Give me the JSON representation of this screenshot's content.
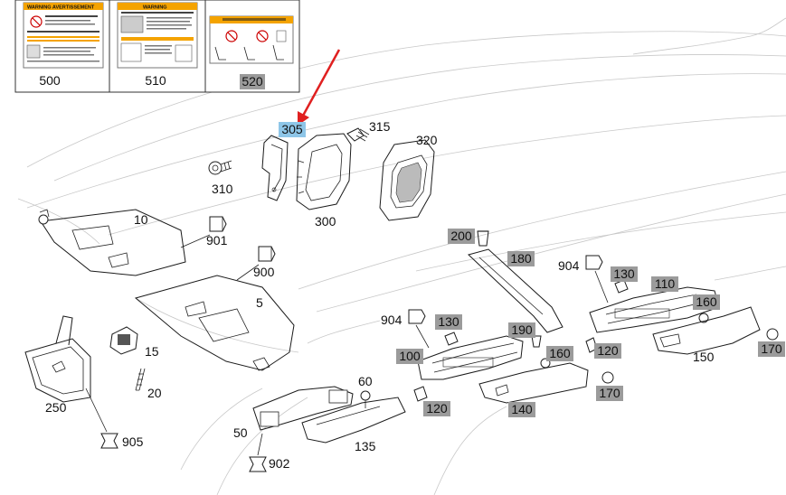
{
  "labels_panel": {
    "cards": [
      {
        "number": "500",
        "header": "WARNING AVERTISSEMENT"
      },
      {
        "number": "510",
        "header": "WARNING"
      },
      {
        "number": "520",
        "header": ""
      }
    ]
  },
  "parts": {
    "p305": "305",
    "p315": "315",
    "p320": "320",
    "p310": "310",
    "p300": "300",
    "p10": "10",
    "p901": "901",
    "p900": "900",
    "p5": "5",
    "p200": "200",
    "p180": "180",
    "p904a": "904",
    "p130a": "130",
    "p110": "110",
    "p160a": "160",
    "p170a": "170",
    "p904b": "904",
    "p130b": "130",
    "p190": "190",
    "p100": "100",
    "p160b": "160",
    "p120a": "120",
    "p150": "150",
    "p15": "15",
    "p250": "250",
    "p20": "20",
    "p60": "60",
    "p140": "140",
    "p170b": "170",
    "p120b": "120",
    "p50": "50",
    "p135": "135",
    "p905": "905",
    "p902": "902"
  }
}
